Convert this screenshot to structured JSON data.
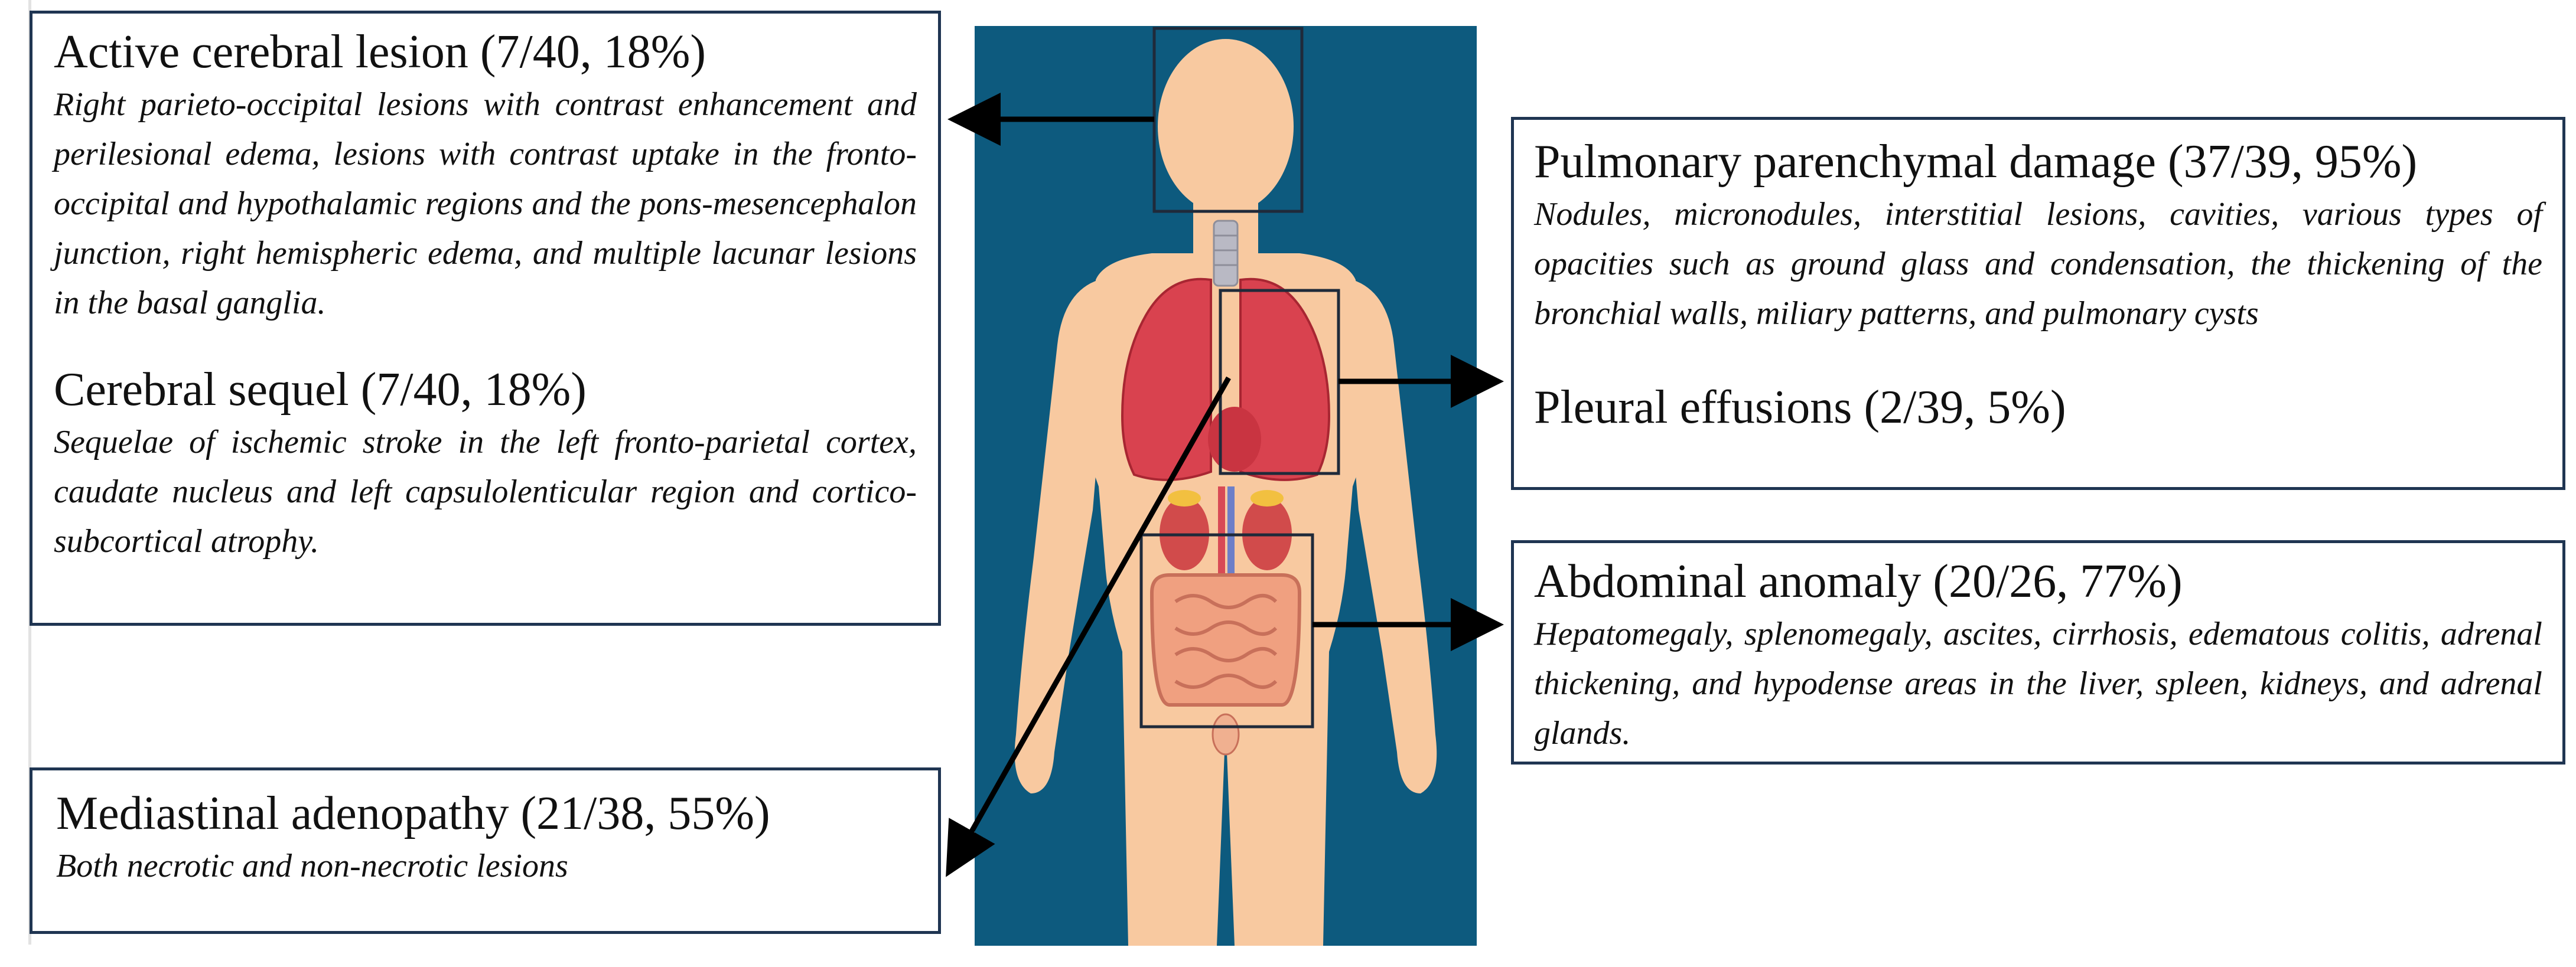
{
  "annotations": [
    {
      "title": "Active cerebral lesion (7/40, 18%)",
      "description": "Right parieto-occipital lesions with contrast enhancement and perilesional edema, lesions with contrast uptake in the fronto-occipital and hypothalamic regions and the pons-mesencephalon junction, right hemispheric edema, and multiple lacunar lesions in the basal ganglia."
    },
    {
      "title": "Cerebral sequel (7/40, 18%)",
      "description": "Sequelae of ischemic stroke in the left fronto-parietal cortex, caudate nucleus and left capsulolenticular region and cortico-subcortical atrophy."
    },
    {
      "title": "Mediastinal adenopathy (21/38, 55%)",
      "description": "Both necrotic and non-necrotic lesions"
    },
    {
      "title": "Pulmonary parenchymal damage (37/39, 95%)",
      "description": "Nodules, micronodules, interstitial lesions, cavities, various types of opacities such as ground glass and condensation, the thickening of the bronchial walls, miliary patterns, and pulmonary cysts"
    },
    {
      "title": "Pleural effusions (2/39, 5%)"
    },
    {
      "title": "Abdominal anomaly (20/26, 77%)",
      "description": "Hepatomegaly, splenomegaly, ascites, cirrhosis, edematous colitis, adrenal thickening, and hypodense areas in the liver, spleen, kidneys, and adrenal glands."
    }
  ],
  "colors": {
    "background_panel": "#0d5a7e",
    "box_border": "#1f3552",
    "skin": "#f8c9a0",
    "lung": "#d9424f",
    "intestine": "#f0a080"
  }
}
